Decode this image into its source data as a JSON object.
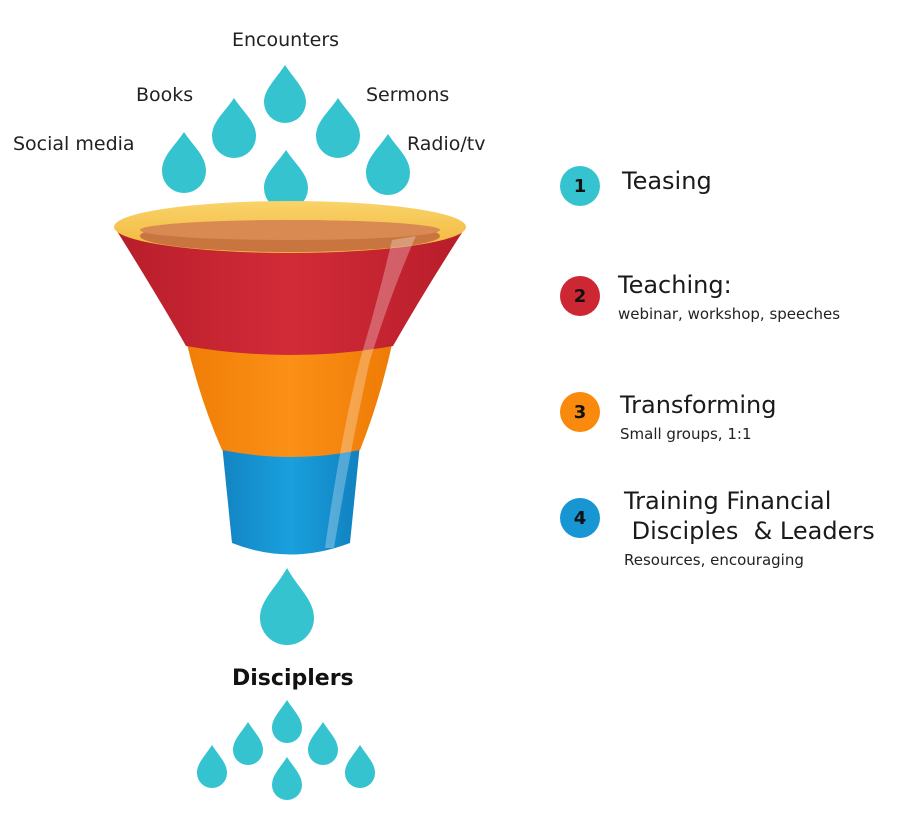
{
  "sources": {
    "encounters": "Encounters",
    "books": "Books",
    "sermons": "Sermons",
    "social_media": "Social media",
    "radio_tv": "Radio/tv"
  },
  "steps": [
    {
      "number": "1",
      "title": "Teasing",
      "subtitle": "",
      "color": "#35c3d0"
    },
    {
      "number": "2",
      "title": "Teaching:",
      "subtitle": "webinar, workshop, speeches",
      "color": "#cc2733"
    },
    {
      "number": "3",
      "title": "Transforming",
      "subtitle": "Small groups, 1:1",
      "color": "#f98a0e"
    },
    {
      "number": "4",
      "title": "Training Financial",
      "title_line2": " Disciples  & Leaders",
      "subtitle": "Resources, encouraging",
      "color": "#1796d3"
    }
  ],
  "output_label": "Disciplers",
  "colors": {
    "drop": "#35c3d0",
    "funnel_rim": "#f6c54d",
    "funnel_red": "#cc2733",
    "funnel_orange": "#f98a0e",
    "funnel_blue": "#1796d3"
  }
}
